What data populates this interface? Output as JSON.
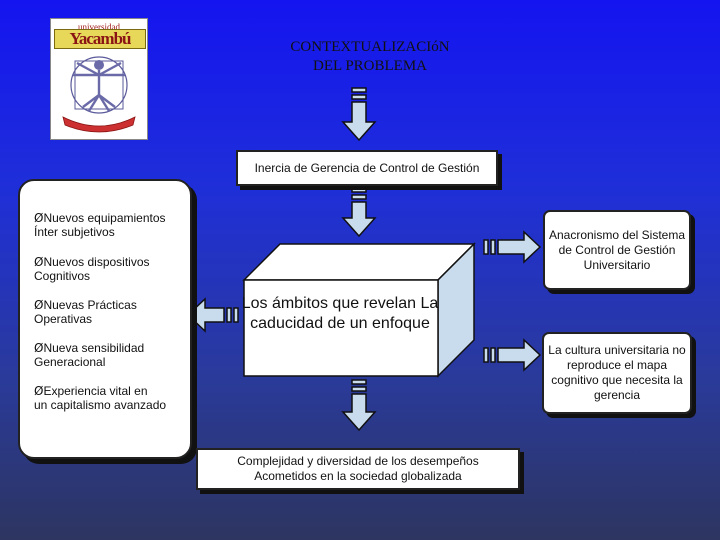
{
  "logo": {
    "top_text": "universidad",
    "name": "Yacambú"
  },
  "title": {
    "line1": "CONTEXTUALIZACIóN",
    "line2": "DEL PROBLEMA"
  },
  "boxes": {
    "inercia": "Inercia de Gerencia de Control de Gestión",
    "anacronismo": "Anacronismo del Sistema de Control de Gestión Universitario",
    "cultura": "La cultura universitaria no reproduce el mapa cognitivo que necesita la gerencia",
    "complejidad_line1": "Complejidad y diversidad de los desempeños",
    "complejidad_line2": "Acometidos en la sociedad globalizada",
    "center": "Los ámbitos que revelan La caducidad de un enfoque"
  },
  "left_list": {
    "bullet": "Ø",
    "items": [
      {
        "line1": "Nuevos equipamientos",
        "line2": "Ínter subjetivos"
      },
      {
        "line1": "Nuevos dispositivos",
        "line2": "Cognitivos"
      },
      {
        "line1": "Nuevas Prácticas",
        "line2": "Operativas"
      },
      {
        "line1": "Nueva sensibilidad",
        "line2": "Generacional"
      },
      {
        "line1": "Experiencia vital en",
        "line2": "un capitalismo avanzado"
      }
    ]
  },
  "colors": {
    "background_top": "#1414f0",
    "background_bottom": "#2d3560",
    "arrow_fill": "#c8dced",
    "cube_front": "#ffffff",
    "cube_side": "#c8dced",
    "logo_banner": "#e8d85a"
  }
}
